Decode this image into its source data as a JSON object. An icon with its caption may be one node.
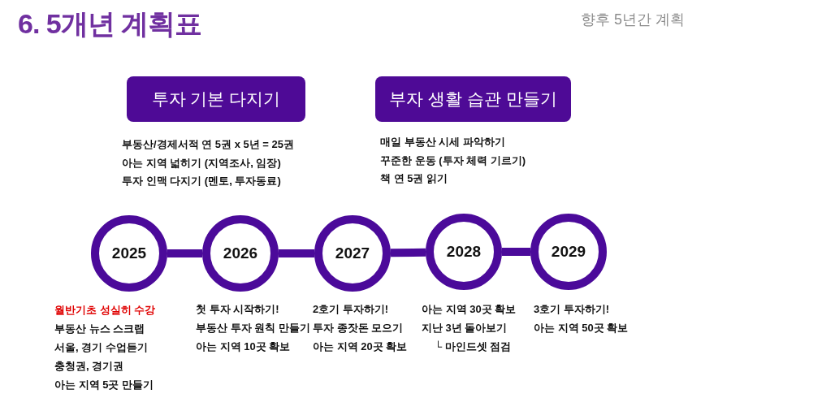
{
  "diagram": {
    "title": "6. 5개년 계획표",
    "nodes": [
      {
        "text": [
          "투자 기본 다지기"
        ],
        "beside": [
          "부동산/경제서적 연 5권 x 5년 = 25권",
          "아는 지역 넓히기 (지역조사, 임장)",
          "투자 인맥 다지기 (멘토, 투자동료)"
        ]
      },
      {
        "text": [
          "부자 생활 습관 만들기"
        ],
        "beside": [
          "매일 부동산 시세 파악하기",
          "꾸준한 운동 (투자 체력 기르기)",
          "책 연 5권 읽기"
        ]
      },
      {
        "text": [
          "2025"
        ],
        "beside": [
          "월반기초 성실히 수강",
          "부동산 뉴스 스크랩",
          "서울, 경기 수업듣기",
          "충청권, 경기권",
          "아는 지역 5곳 만들기"
        ]
      },
      {
        "text": [
          "2026"
        ],
        "beside": [
          "첫 투자 시작하기!",
          "부동산 투자 원칙 만들기",
          "아는 지역 10곳 확보"
        ]
      },
      {
        "text": [
          "2027"
        ],
        "beside": [
          "2호기 투자하기!",
          "투자 종잣돈 모으기",
          "아는 지역 20곳 확보"
        ]
      },
      {
        "text": [
          "2028"
        ],
        "beside": [
          "아는 지역 30곳 확보",
          "지난 3년 돌아보기",
          "└ 마인드셋 점검"
        ]
      },
      {
        "text": [
          "2029"
        ],
        "beside": [
          "3호기 투자하기!",
          "아는 지역 50곳 확보"
        ]
      }
    ],
    "edges": [
      {
        "from": 2,
        "to": 3,
        "arrow": "none"
      },
      {
        "from": 3,
        "to": 4,
        "arrow": "none"
      },
      {
        "from": 4,
        "to": 5,
        "arrow": "none"
      },
      {
        "from": 5,
        "to": 6,
        "arrow": "none"
      }
    ],
    "labels": [
      "향후 5년간 계획"
    ]
  }
}
